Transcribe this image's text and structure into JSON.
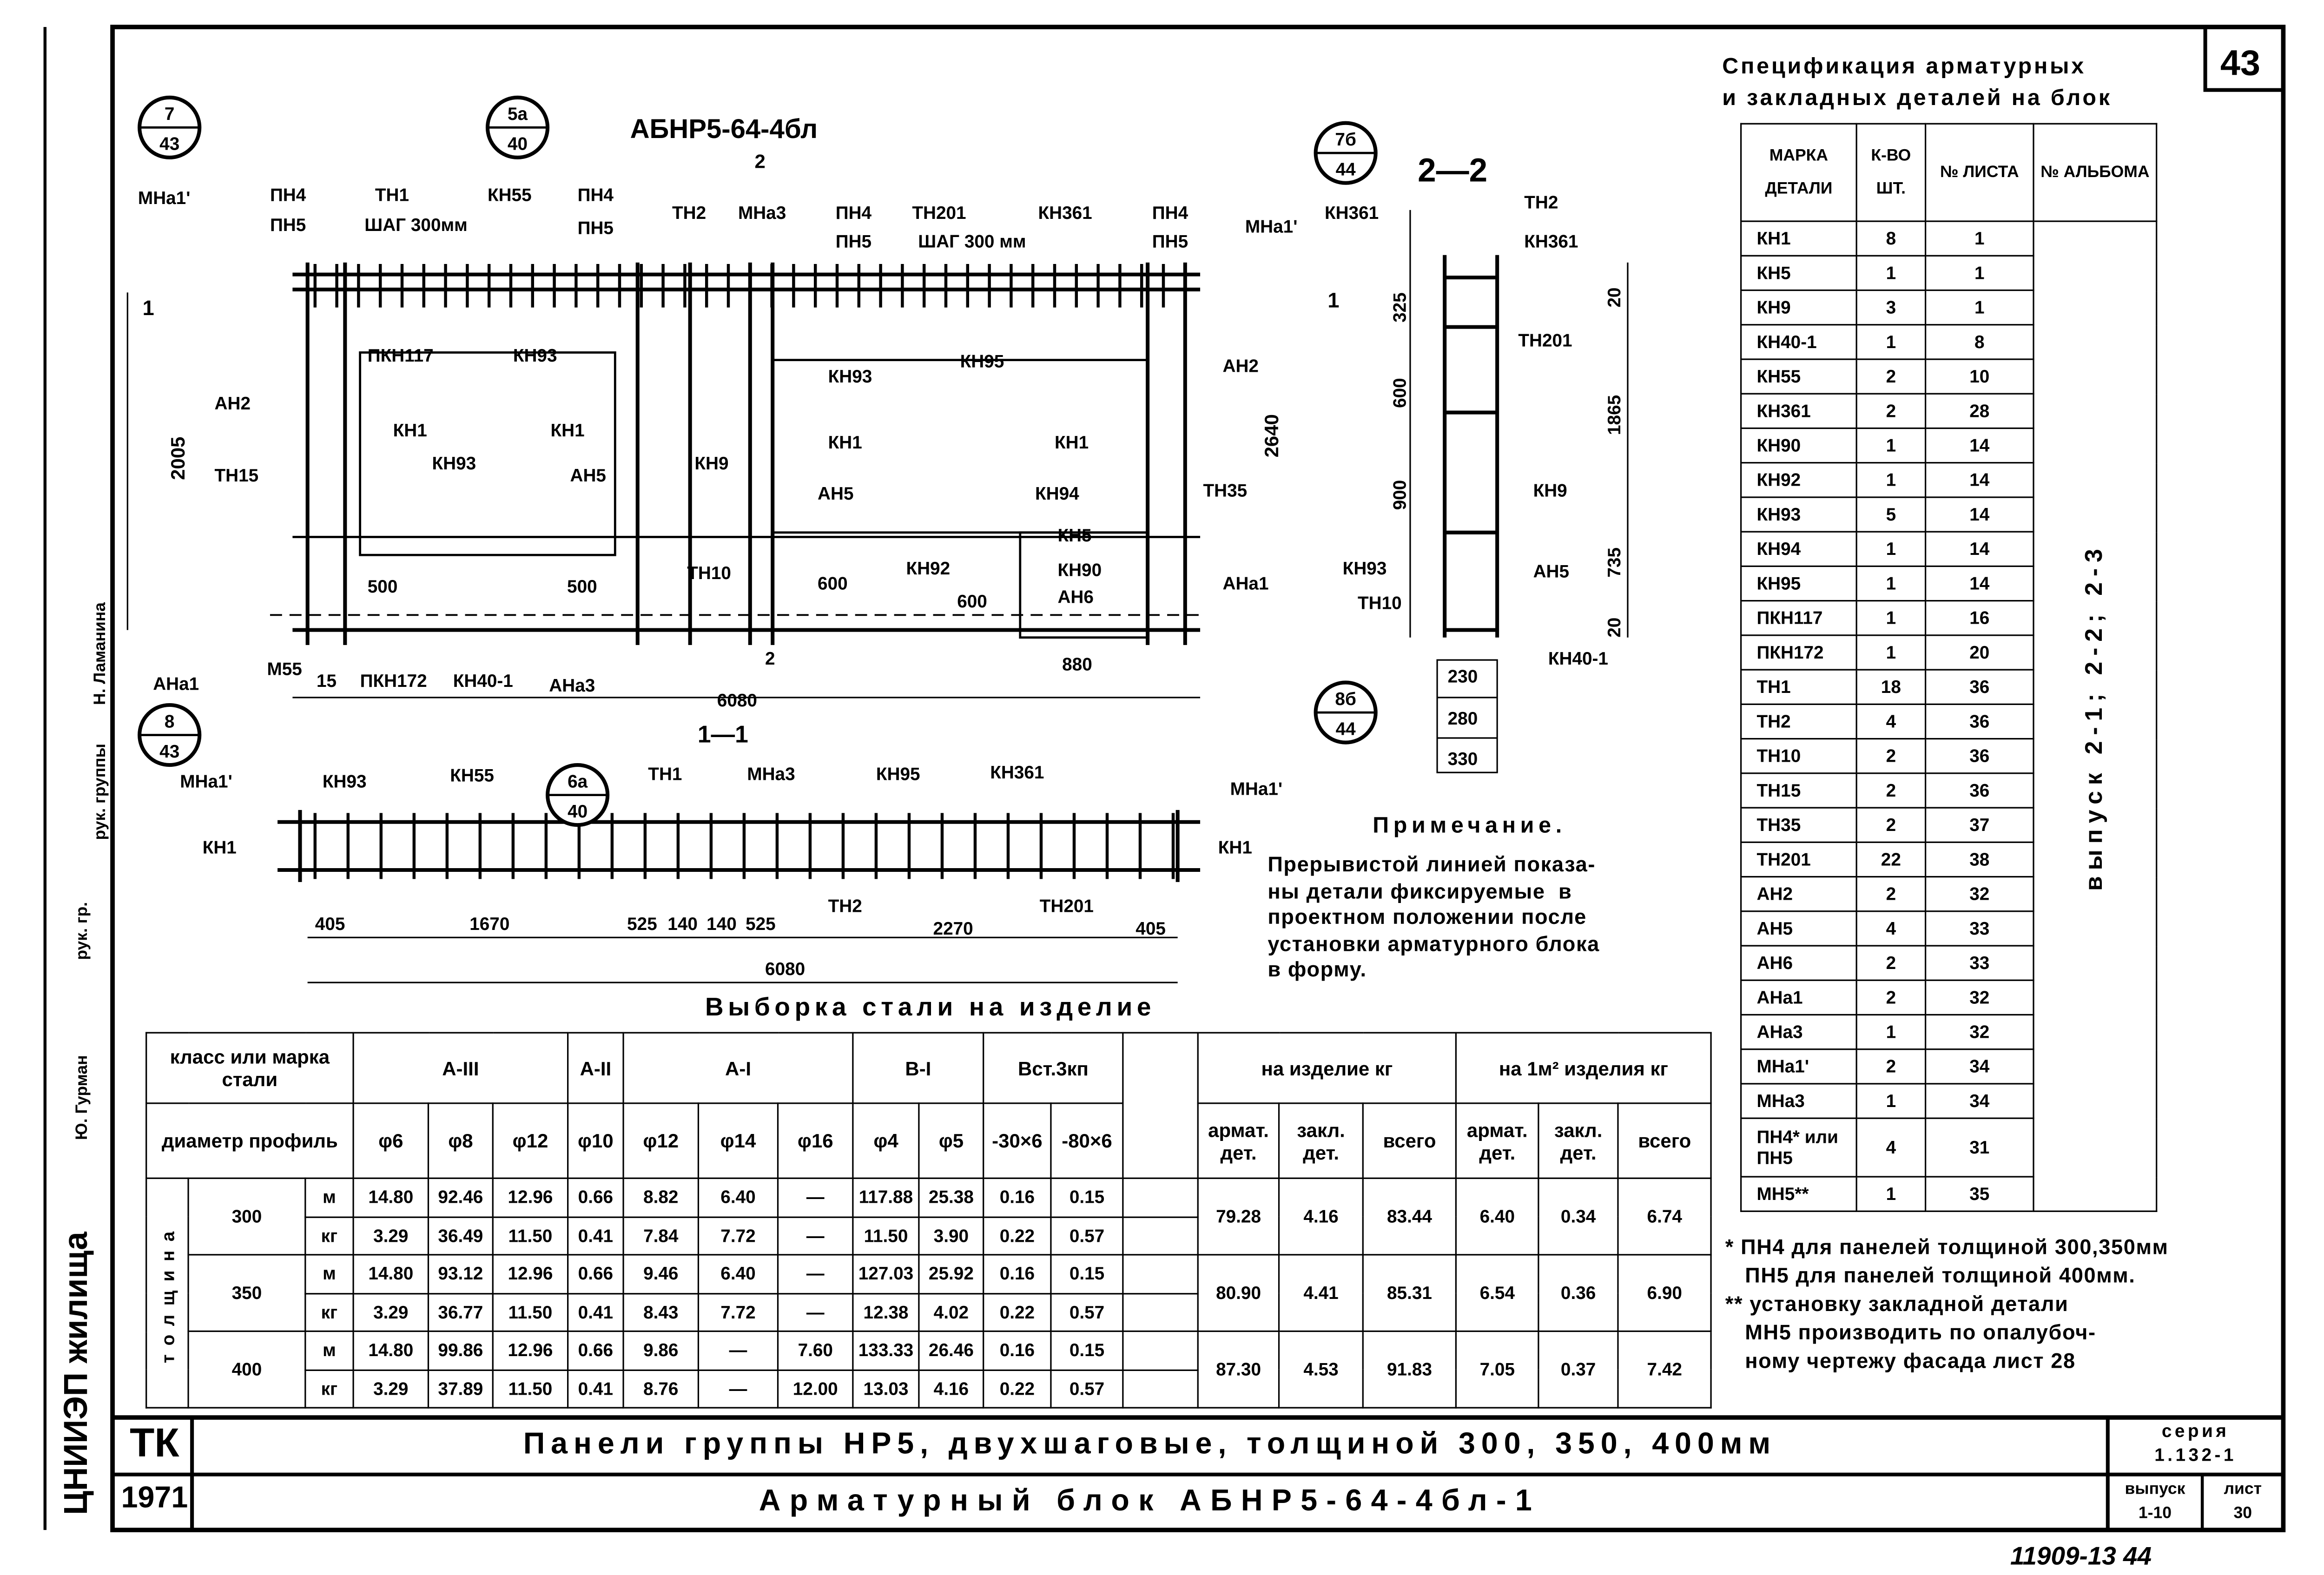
{
  "sheet_number": "43",
  "drawing_title": "АБНР5-64-4бл",
  "margin_stamp": [
    "ЦНИИЭП жилища",
    "рук. гр.",
    "рук. группы",
    "Ю. Гурман",
    "Н. Ламанина"
  ],
  "drawing": {
    "labels": [
      "АБНР5-64-4бл",
      "2",
      "МНа1'",
      "ПН4",
      "ПН5",
      "ТН1",
      "ШАГ 300мм",
      "КН55",
      "ПН4",
      "ПН5",
      "ТН2",
      "МНа3",
      "ПН4",
      "ПН5",
      "ТН201",
      "ШАГ 300 мм",
      "КН361",
      "ПН4",
      "ПН5",
      "МНа1'",
      "КН361",
      "ПКН117",
      "КН93",
      "АН2",
      "КН1",
      "КН93",
      "КН1",
      "АН5",
      "ТН15",
      "КН93",
      "КН95",
      "АН2",
      "КН1",
      "КН9",
      "КН1",
      "АН5",
      "КН94",
      "ТН35",
      "КН5",
      "ТН10",
      "КН92",
      "КН90",
      "АН6",
      "АНа1",
      "500",
      "500",
      "600",
      "600",
      "880",
      "АНа1",
      "М55",
      "15",
      "ПКН172",
      "КН40-1",
      "АНа3",
      "2",
      "6080",
      "2640",
      "2005",
      "1",
      "1",
      "1—1",
      "МНа1'",
      "КН93",
      "КН55",
      "ТН1",
      "МНа3",
      "КН95",
      "КН361",
      "МНа1'",
      "КН1",
      "КН1",
      "ТН2",
      "ТН201",
      "405",
      "1670",
      "525",
      "140",
      "140",
      "525",
      "2270",
      "405",
      "6080",
      "2—2",
      "ТН2",
      "КН361",
      "ТН201",
      "325",
      "600",
      "900",
      "20",
      "1865",
      "735",
      "20",
      "КН9",
      "АН5",
      "КН93",
      "ТН10",
      "КН40-1",
      "230",
      "280",
      "330"
    ],
    "callouts": [
      {
        "top": "7",
        "bottom": "43"
      },
      {
        "top": "5а",
        "bottom": "40"
      },
      {
        "top": "7б",
        "bottom": "44"
      },
      {
        "top": "8б",
        "bottom": "44"
      },
      {
        "top": "8",
        "bottom": "43"
      },
      {
        "top": "6а",
        "bottom": "40"
      }
    ]
  },
  "spec": {
    "title": [
      "Спецификация арматурных",
      "и закладных деталей на блок"
    ],
    "headers": [
      "МАРКА ДЕТАЛИ",
      "К-ВО ШТ.",
      "№ ЛИСТА",
      "№ АЛЬБОМА"
    ],
    "album_note": "выпуск 2-1; 2-2; 2-3",
    "rows": [
      {
        "mark": "КН1",
        "qty": "8",
        "sheet": "1"
      },
      {
        "mark": "КН5",
        "qty": "1",
        "sheet": "1"
      },
      {
        "mark": "КН9",
        "qty": "3",
        "sheet": "1"
      },
      {
        "mark": "КН40-1",
        "qty": "1",
        "sheet": "8"
      },
      {
        "mark": "КН55",
        "qty": "2",
        "sheet": "10"
      },
      {
        "mark": "КН361",
        "qty": "2",
        "sheet": "28"
      },
      {
        "mark": "КН90",
        "qty": "1",
        "sheet": "14"
      },
      {
        "mark": "КН92",
        "qty": "1",
        "sheet": "14"
      },
      {
        "mark": "КН93",
        "qty": "5",
        "sheet": "14"
      },
      {
        "mark": "КН94",
        "qty": "1",
        "sheet": "14"
      },
      {
        "mark": "КН95",
        "qty": "1",
        "sheet": "14"
      },
      {
        "mark": "ПКН117",
        "qty": "1",
        "sheet": "16"
      },
      {
        "mark": "ПКН172",
        "qty": "1",
        "sheet": "20"
      },
      {
        "mark": "ТН1",
        "qty": "18",
        "sheet": "36"
      },
      {
        "mark": "ТН2",
        "qty": "4",
        "sheet": "36"
      },
      {
        "mark": "ТН10",
        "qty": "2",
        "sheet": "36"
      },
      {
        "mark": "ТН15",
        "qty": "2",
        "sheet": "36"
      },
      {
        "mark": "ТН35",
        "qty": "2",
        "sheet": "37"
      },
      {
        "mark": "ТН201",
        "qty": "22",
        "sheet": "38"
      },
      {
        "mark": "АН2",
        "qty": "2",
        "sheet": "32"
      },
      {
        "mark": "АН5",
        "qty": "4",
        "sheet": "33"
      },
      {
        "mark": "АН6",
        "qty": "2",
        "sheet": "33"
      },
      {
        "mark": "АНа1",
        "qty": "2",
        "sheet": "32"
      },
      {
        "mark": "АНа3",
        "qty": "1",
        "sheet": "32"
      },
      {
        "mark": "МНа1'",
        "qty": "2",
        "sheet": "34"
      },
      {
        "mark": "МНа3",
        "qty": "1",
        "sheet": "34"
      },
      {
        "mark": "ПН4* или ПН5",
        "qty": "4",
        "sheet": "31"
      },
      {
        "mark": "МН5**",
        "qty": "1",
        "sheet": "35"
      }
    ]
  },
  "steel": {
    "title": "Выборка стали на изделие",
    "class_label": "класс или марка стали",
    "diameter_label": "диаметр профиль",
    "thickness_label": "толщина",
    "classes": [
      "А-III",
      "А-II",
      "А-I",
      "В-I",
      "Вст.3кп"
    ],
    "diameters": [
      "φ6",
      "φ8",
      "φ12",
      "φ10",
      "φ12",
      "φ14",
      "φ16",
      "φ4",
      "φ5",
      "-30×6",
      "-80×6"
    ],
    "per_item_label": "на изделие кг",
    "per_m2_label": "на 1м² изделия кг",
    "sub_headers": [
      "армат. дет.",
      "закл. дет.",
      "всего",
      "армат. дет.",
      "закл. дет.",
      "всего"
    ],
    "rows": [
      {
        "thickness": "300",
        "unit": "м",
        "values": [
          "14.80",
          "92.46",
          "12.96",
          "0.66",
          "8.82",
          "6.40",
          "—",
          "117.88",
          "25.38",
          "0.16",
          "0.15"
        ]
      },
      {
        "unit": "кг",
        "values": [
          "3.29",
          "36.49",
          "11.50",
          "0.41",
          "7.84",
          "7.72",
          "—",
          "11.50",
          "3.90",
          "0.22",
          "0.57"
        ]
      },
      {
        "thickness": "350",
        "unit": "м",
        "values": [
          "14.80",
          "93.12",
          "12.96",
          "0.66",
          "9.46",
          "6.40",
          "—",
          "127.03",
          "25.92",
          "0.16",
          "0.15"
        ]
      },
      {
        "unit": "кг",
        "values": [
          "3.29",
          "36.77",
          "11.50",
          "0.41",
          "8.43",
          "7.72",
          "—",
          "12.38",
          "4.02",
          "0.22",
          "0.57"
        ]
      },
      {
        "thickness": "400",
        "unit": "м",
        "values": [
          "14.80",
          "99.86",
          "12.96",
          "0.66",
          "9.86",
          "—",
          "7.60",
          "133.33",
          "26.46",
          "0.16",
          "0.15"
        ]
      },
      {
        "unit": "кг",
        "values": [
          "3.29",
          "37.89",
          "11.50",
          "0.41",
          "8.76",
          "—",
          "12.00",
          "13.03",
          "4.16",
          "0.22",
          "0.57"
        ]
      }
    ],
    "totals": [
      {
        "armat": "79.28",
        "zakl": "4.16",
        "total": "83.44",
        "m2_armat": "6.40",
        "m2_zakl": "0.34",
        "m2_total": "6.74"
      },
      {
        "armat": "80.90",
        "zakl": "4.41",
        "total": "85.31",
        "m2_armat": "6.54",
        "m2_zakl": "0.36",
        "m2_total": "6.90"
      },
      {
        "armat": "87.30",
        "zakl": "4.53",
        "total": "91.83",
        "m2_armat": "7.05",
        "m2_zakl": "0.37",
        "m2_total": "7.42"
      }
    ]
  },
  "note": {
    "heading": "Примечание.",
    "text": "Прерывистой линией показа-\nны детали фиксируемые  в\nпроектном положении после\nустановки арматурного блока\nв форму."
  },
  "footnotes": "* ПН4 для панелей толщиной 300,350мм\n   ПН5 для панелей толщиной 400мм.\n** установку закладной детали\n   МН5 производить по опалубоч-\n   ному чертежу фасада лист 28",
  "title_block": {
    "org": "ТК",
    "year": "1971",
    "line1": "Панели группы НР5, двухшаговые, толщиной 300, 350, 400мм",
    "line2": "Арматурный блок АБНР5-64-4бл-1",
    "series_label": "серия",
    "series": "1.132-1",
    "issue_label": "выпуск",
    "issue": "1-10",
    "sheet_label": "лист",
    "sheet": "30"
  },
  "handwritten": "11909-13  44"
}
